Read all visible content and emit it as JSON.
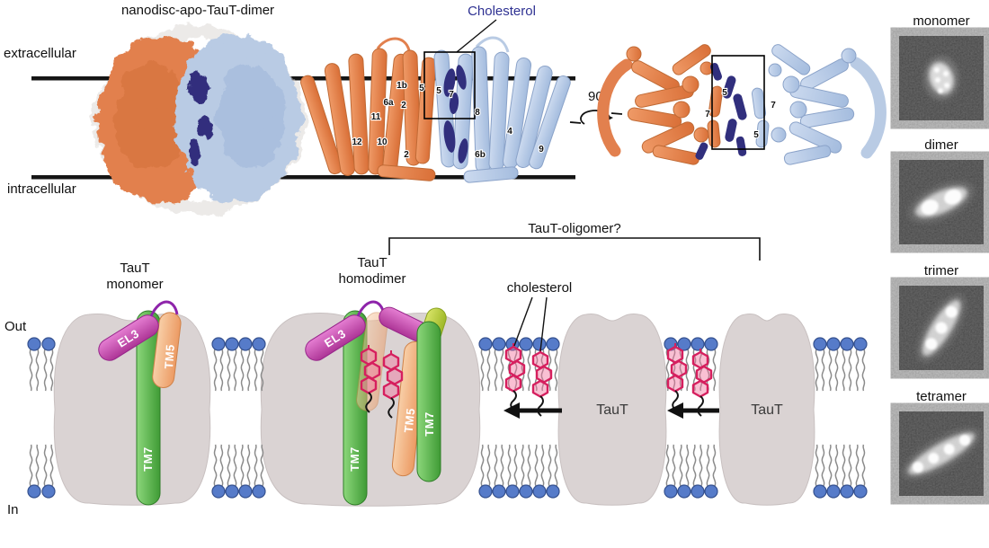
{
  "figure": {
    "panel_structures": {
      "title": "nanodisc-apo-TauT-dimer",
      "extracellular": "extracellular",
      "intracellular": "intracellular",
      "cholesterol": "Cholesterol",
      "rotation": "90°",
      "side_helix_labels": [
        "1b",
        "5",
        "5",
        "7",
        "6a",
        "2",
        "11",
        "12",
        "10",
        "2",
        "8",
        "4",
        "9",
        "6b"
      ],
      "top_helix_labels": [
        "5",
        "7",
        "5",
        "7"
      ]
    },
    "class_averages": {
      "items": [
        {
          "label": "monomer"
        },
        {
          "label": "dimer"
        },
        {
          "label": "trimer"
        },
        {
          "label": "tetramer"
        }
      ]
    },
    "panel_schematic": {
      "oligomer_question": "TauT-oligomer?",
      "monomer_title_line1": "TauT",
      "monomer_title_line2": "monomer",
      "homodimer_title_line1": "TauT",
      "homodimer_title_line2": "homodimer",
      "cholesterol": "cholesterol",
      "out": "Out",
      "in": "In",
      "taut_blob3": "TauT",
      "taut_blob4": "TauT",
      "helix_labels": {
        "monomer": [
          "EL3",
          "TM5",
          "TM7"
        ],
        "dimer": [
          "EL3",
          "TM7",
          "TM5",
          "TM7"
        ]
      }
    },
    "colors": {
      "protomer_a_orange": "#E2804E",
      "protomer_b_blue": "#B9CBE4",
      "cholesterol_navy": "#312F7D",
      "el3_magenta": "#C94FB3",
      "tm5_orange": "#F0A878",
      "tm7_green": "#4FAC42",
      "cholesterol_pink": "#E0336B",
      "membrane_gray": "#DAD3D3",
      "lipid_head_blue": "#567BC9"
    }
  }
}
